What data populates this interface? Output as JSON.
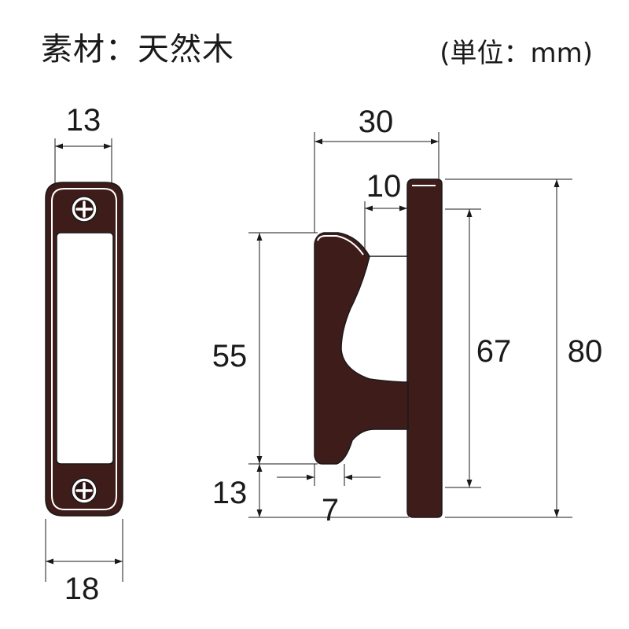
{
  "header": {
    "material": "素材：天然木",
    "unit": "(単位：mm)"
  },
  "dimensions": {
    "front_top_width": "13",
    "front_bottom_width": "18",
    "side_total_width": "30",
    "side_plate_thickness": "10",
    "grip_height": "55",
    "lower_gap": "13",
    "grip_bottom_depth": "7",
    "inner_height": "67",
    "total_height": "80"
  },
  "colors": {
    "wood": "#3d1c1a",
    "line": "#1a1a1a",
    "screw": "#2a1412"
  }
}
